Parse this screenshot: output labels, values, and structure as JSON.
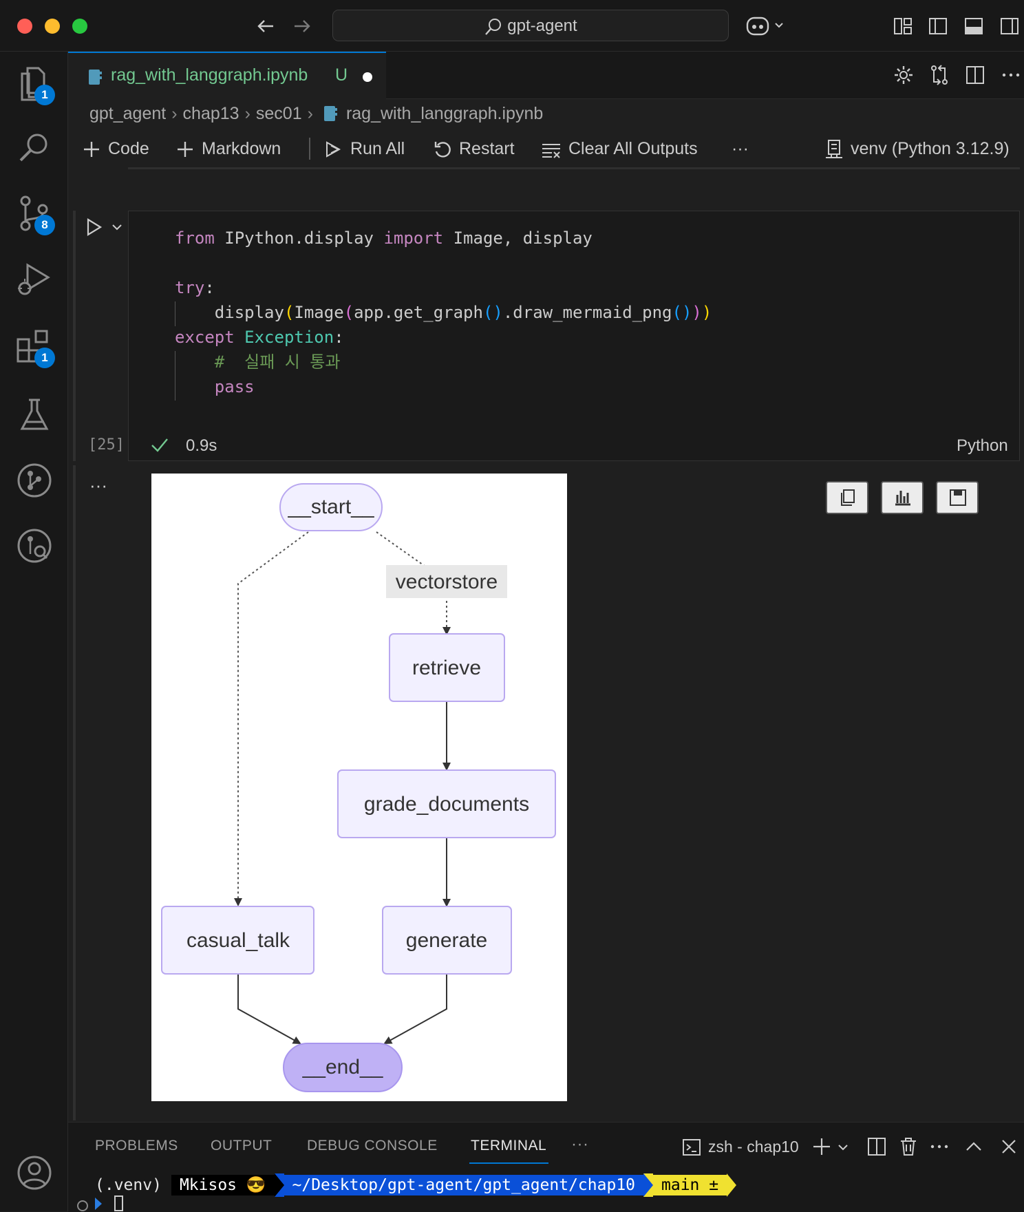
{
  "window": {
    "search_text": "gpt-agent"
  },
  "activity_bar": {
    "explorer_badge": "1",
    "scm_badge": "8",
    "extensions_badge": "1"
  },
  "tab": {
    "file_name": "rag_with_langgraph.ipynb",
    "status": "U"
  },
  "breadcrumb": [
    "gpt_agent",
    "chap13",
    "sec01",
    "rag_with_langgraph.ipynb"
  ],
  "toolbar": {
    "code": "Code",
    "markdown": "Markdown",
    "run_all": "Run All",
    "restart": "Restart",
    "clear_outputs": "Clear All Outputs",
    "more": "···",
    "kernel": "venv (Python 3.12.9)"
  },
  "cell": {
    "execution_count": "[25]",
    "duration": "0.9s",
    "language": "Python",
    "code": {
      "l1_from": "from",
      "l1_mod": " IPython.display ",
      "l1_import": "import",
      "l1_rest": " Image, display",
      "l3_try": "try",
      "l3_colon": ":",
      "l4_a": "display",
      "l4_b": "Image",
      "l4_c": "app.get_graph",
      "l4_d": ".draw_mermaid_png",
      "l5_except": "except",
      "l5_exc": "Exception",
      "l5_colon": ":",
      "l6_comment": "#  실패 시 통과",
      "l7_pass": "pass"
    },
    "output_more": "···"
  },
  "graph": {
    "start": "__start__",
    "edge_label": "vectorstore",
    "retrieve": "retrieve",
    "grade": "grade_documents",
    "casual": "casual_talk",
    "generate": "generate",
    "end": "__end__"
  },
  "panel": {
    "tabs": [
      "PROBLEMS",
      "OUTPUT",
      "DEBUG CONSOLE",
      "TERMINAL"
    ],
    "more": "···",
    "terminal_title": "zsh - chap10",
    "prompt_venv": "(.venv)",
    "prompt_user": "Mkisos 😎",
    "prompt_path": "~/Desktop/gpt-agent/gpt_agent/chap10",
    "prompt_branch": "main ±"
  }
}
